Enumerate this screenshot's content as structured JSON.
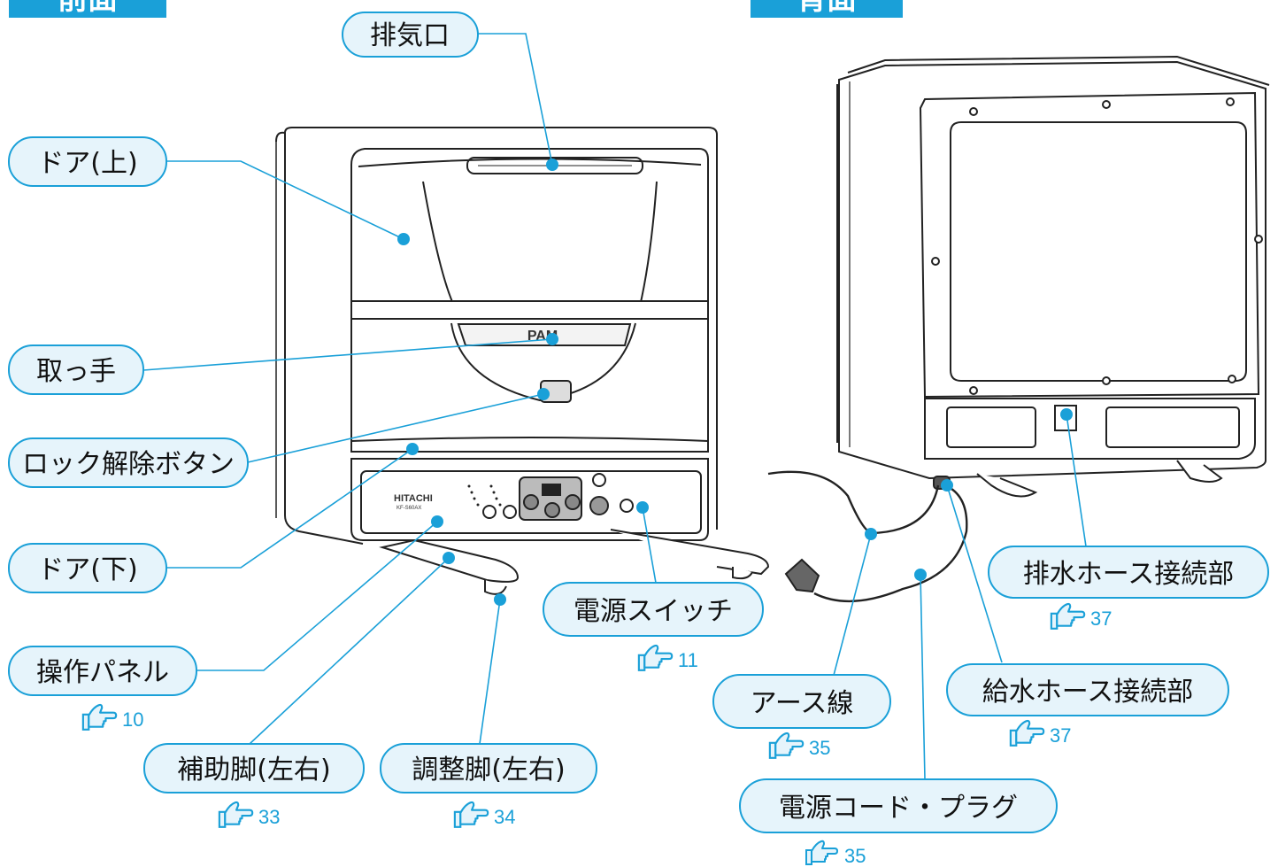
{
  "headers": {
    "front": "前面",
    "back": "背面"
  },
  "labels": {
    "exhaust": "排気口",
    "door_upper": "ドア(上)",
    "handle": "取っ手",
    "lock_release": "ロック解除ボタン",
    "door_lower": "ドア(下)",
    "control_panel": "操作パネル",
    "support_legs": "補助脚(左右)",
    "adjust_legs": "調整脚(左右)",
    "power_switch": "電源スイッチ",
    "ground_wire": "アース線",
    "power_cord": "電源コード・プラグ",
    "drain_hose": "排水ホース接続部",
    "supply_hose": "給水ホース接続部"
  },
  "refs": {
    "control_panel": "10",
    "support_legs": "33",
    "adjust_legs": "34",
    "power_switch": "11",
    "ground_wire": "35",
    "power_cord": "35",
    "drain_hose": "37",
    "supply_hose": "37"
  },
  "appliance": {
    "brand": "HITACHI",
    "model": "KF-S60AX",
    "logo": "PAM"
  },
  "colors": {
    "header_bg": "#1aa0d8",
    "label_fill": "#e6f4fb",
    "label_stroke": "#1aa0d8",
    "dot": "#1aa0d8",
    "leader": "#1aa0d8"
  },
  "icons": {
    "page_reference": "pointing-hand-icon"
  }
}
